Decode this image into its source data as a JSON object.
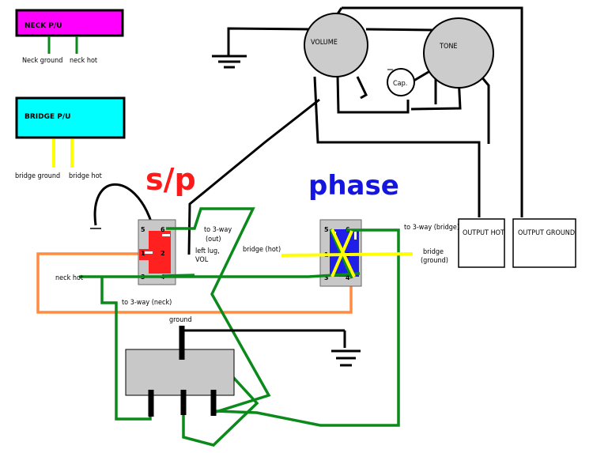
{
  "pickups": {
    "neck": {
      "title": "NECK P/U",
      "ground_label": "Neck ground",
      "hot_label": "neck hot",
      "color": "#ff00ff"
    },
    "bridge": {
      "title": "BRIDGE P/U",
      "ground_label": "bridge ground",
      "hot_label": "bridge hot",
      "color": "#00ffff"
    }
  },
  "pots": {
    "volume": {
      "label": "VOLUME"
    },
    "tone": {
      "label": "TONE"
    },
    "cap": {
      "label": "Cap."
    }
  },
  "switches": {
    "sp": {
      "title": "s/p",
      "color": "#ff1a1a",
      "pins": [
        "5",
        "6",
        "1",
        "2",
        "3",
        "4"
      ]
    },
    "phase": {
      "title": "phase",
      "color": "#1515e0",
      "pins": [
        "5",
        "6",
        "1",
        "2",
        "3",
        "4"
      ]
    }
  },
  "labels": {
    "to_3way_out_1": "to 3-way",
    "to_3way_out_2": "(out)",
    "left_lug_1": "left lug,",
    "left_lug_2": "VOL",
    "bridge_hot_wire": "bridge (hot)",
    "neck_hot_wire": "neck hot",
    "to_3way_neck": "to 3-way (neck)",
    "to_3way_bridge": "to 3-way (bridge)",
    "bridge_ground_1": "bridge",
    "bridge_ground_2": "(ground)",
    "ground": "ground"
  },
  "outputs": {
    "hot": "OUTPUT HOT",
    "ground": "OUTPUT GROUND"
  },
  "colors": {
    "green_wire": "#0a8a1a",
    "yellow_wire": "#ffff00",
    "orange_wire": "#ff8c40",
    "black_wire": "#000000"
  }
}
